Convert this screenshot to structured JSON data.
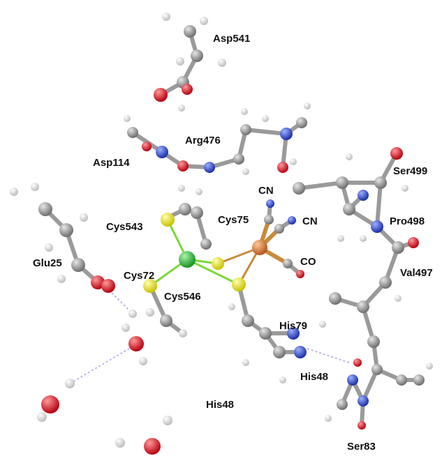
{
  "colors": {
    "carbon": "#8f8f8f",
    "hydrogen": "#f2f2f2",
    "oxygen": "#e8141b",
    "nitrogen": "#2747d6",
    "sulfur": "#f2ee1e",
    "nickel": "#2ec63a",
    "iron": "#e07a2c",
    "bond": "#9a9a9a",
    "hbond": "#b8b8ee",
    "ni_s_bond": "#7cd838",
    "fe_bond": "#c98a3a",
    "label": "#111111"
  },
  "labels": {
    "asp541": "Asp541",
    "arg476": "Arg476",
    "asp114": "Asp114",
    "ser499": "Ser499",
    "cn_top": "CN",
    "cn_mid": "CN",
    "cys543": "Cys543",
    "cys75": "Cys75",
    "pro498": "Pro498",
    "glu25": "Glu25",
    "cys72": "Cys72",
    "co": "CO",
    "val497": "Val497",
    "cys546": "Cys546",
    "his79": "His79",
    "his48_right": "His48",
    "his48_bottom": "His48",
    "ser83": "Ser83"
  }
}
